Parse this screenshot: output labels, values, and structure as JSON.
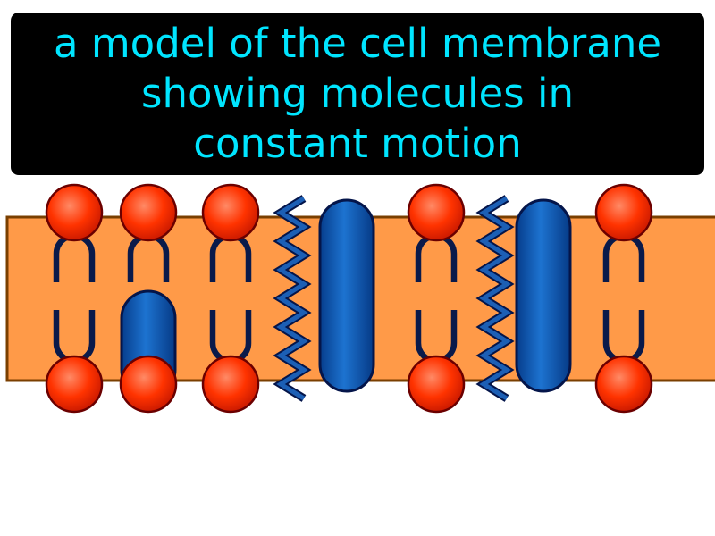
{
  "caption": {
    "text": "a model of the cell membrane\nshowing molecules in\nconstant motion",
    "text_color": "#00e5ff",
    "background": "#000000"
  },
  "membrane": {
    "fill": "#ff9a48",
    "stroke": "#7a3f00"
  },
  "components": [
    {
      "type": "phospholipid"
    },
    {
      "type": "phospholipid",
      "inner_protein": true
    },
    {
      "type": "phospholipid"
    },
    {
      "type": "cholesterol"
    },
    {
      "type": "protein"
    },
    {
      "type": "phospholipid"
    },
    {
      "type": "cholesterol"
    },
    {
      "type": "protein"
    },
    {
      "type": "phospholipid"
    }
  ],
  "colors": {
    "head": "#ff3300",
    "head_outline": "#6b0000",
    "tail": "#0a1a4a",
    "protein": "#0a58b8",
    "protein_outline": "#04154a",
    "cholesterol": "#1c5fb5"
  }
}
